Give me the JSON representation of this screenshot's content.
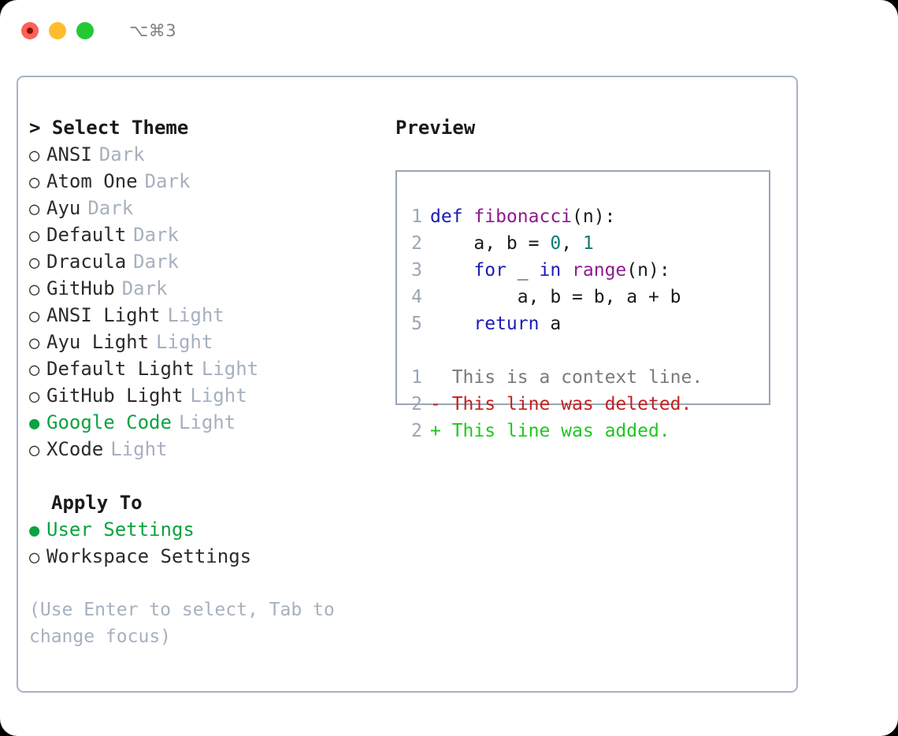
{
  "window": {
    "title": "⌥⌘3",
    "traffic_lights": [
      "close",
      "minimize",
      "maximize"
    ]
  },
  "theme_picker": {
    "header": "> Select Theme",
    "items": [
      {
        "bullet": "○",
        "label": "ANSI",
        "category": "Dark",
        "selected": false
      },
      {
        "bullet": "○",
        "label": "Atom One",
        "category": "Dark",
        "selected": false
      },
      {
        "bullet": "○",
        "label": "Ayu",
        "category": "Dark",
        "selected": false
      },
      {
        "bullet": "○",
        "label": "Default",
        "category": "Dark",
        "selected": false
      },
      {
        "bullet": "○",
        "label": "Dracula",
        "category": "Dark",
        "selected": false
      },
      {
        "bullet": "○",
        "label": "GitHub",
        "category": "Dark",
        "selected": false
      },
      {
        "bullet": "○",
        "label": "ANSI Light",
        "category": "Light",
        "selected": false
      },
      {
        "bullet": "○",
        "label": "Ayu Light",
        "category": "Light",
        "selected": false
      },
      {
        "bullet": "○",
        "label": "Default Light",
        "category": "Light",
        "selected": false
      },
      {
        "bullet": "○",
        "label": "GitHub Light",
        "category": "Light",
        "selected": false
      },
      {
        "bullet": "●",
        "label": "Google Code",
        "category": "Light",
        "selected": true
      },
      {
        "bullet": "○",
        "label": "XCode",
        "category": "Light",
        "selected": false
      }
    ]
  },
  "apply_to": {
    "header": "Apply To",
    "items": [
      {
        "bullet": "●",
        "label": "User Settings",
        "selected": true
      },
      {
        "bullet": "○",
        "label": "Workspace Settings",
        "selected": false
      }
    ]
  },
  "hint": "(Use Enter to select, Tab to change focus)",
  "preview": {
    "title": "Preview",
    "code_lines": [
      {
        "no": "1",
        "tokens": [
          {
            "t": "def ",
            "k": "kw"
          },
          {
            "t": "fibonacci",
            "k": "fn"
          },
          {
            "t": "(n):",
            "k": "plain"
          }
        ]
      },
      {
        "no": "2",
        "tokens": [
          {
            "t": "    a, b = ",
            "k": "plain"
          },
          {
            "t": "0",
            "k": "num"
          },
          {
            "t": ", ",
            "k": "plain"
          },
          {
            "t": "1",
            "k": "num"
          }
        ]
      },
      {
        "no": "3",
        "tokens": [
          {
            "t": "    ",
            "k": "plain"
          },
          {
            "t": "for",
            "k": "kw"
          },
          {
            "t": " _ ",
            "k": "plain"
          },
          {
            "t": "in",
            "k": "kw"
          },
          {
            "t": " ",
            "k": "plain"
          },
          {
            "t": "range",
            "k": "fn"
          },
          {
            "t": "(n):",
            "k": "plain"
          }
        ]
      },
      {
        "no": "4",
        "tokens": [
          {
            "t": "        a, b = b, a + b",
            "k": "plain"
          }
        ]
      },
      {
        "no": "5",
        "tokens": [
          {
            "t": "    ",
            "k": "plain"
          },
          {
            "t": "return",
            "k": "kw"
          },
          {
            "t": " a",
            "k": "plain"
          }
        ]
      }
    ],
    "diff_lines": [
      {
        "no": "1",
        "marker": "  ",
        "text": "This is a context line.",
        "kind": "ctx"
      },
      {
        "no": "2",
        "marker": "- ",
        "text": "This line was deleted.",
        "kind": "del"
      },
      {
        "no": "2",
        "marker": "+ ",
        "text": "This line was added.",
        "kind": "add"
      }
    ]
  },
  "colors": {
    "selection_green": "#0aa33f",
    "muted_gray": "#a6b0bf",
    "keyword_blue": "#1b1bb5",
    "function_purple": "#8e1a8e",
    "number_teal": "#0b7d72",
    "diff_delete_red": "#c32020",
    "diff_add_green": "#1ec81e",
    "border_gray": "#a9b3c1"
  }
}
